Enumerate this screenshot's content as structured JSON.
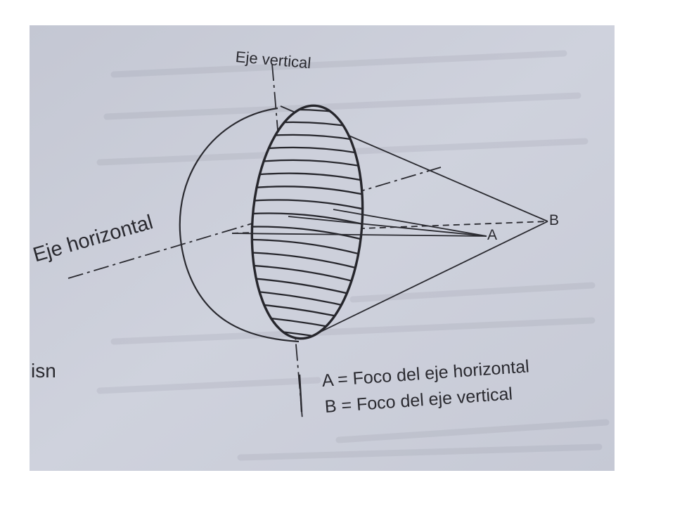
{
  "diagram": {
    "labels": {
      "vertical_axis": "Eje vertical",
      "horizontal_axis": "Eje horizontal",
      "point_a": "A",
      "point_b": "B",
      "partial_word": "isn"
    },
    "legend": {
      "line_a": "A = Foco del eje horizontal",
      "line_b": "B = Foco del eje vertical"
    },
    "colors": {
      "paper": "#c9ccd8",
      "ink": "#2a2a30",
      "background": "#ffffff"
    }
  }
}
